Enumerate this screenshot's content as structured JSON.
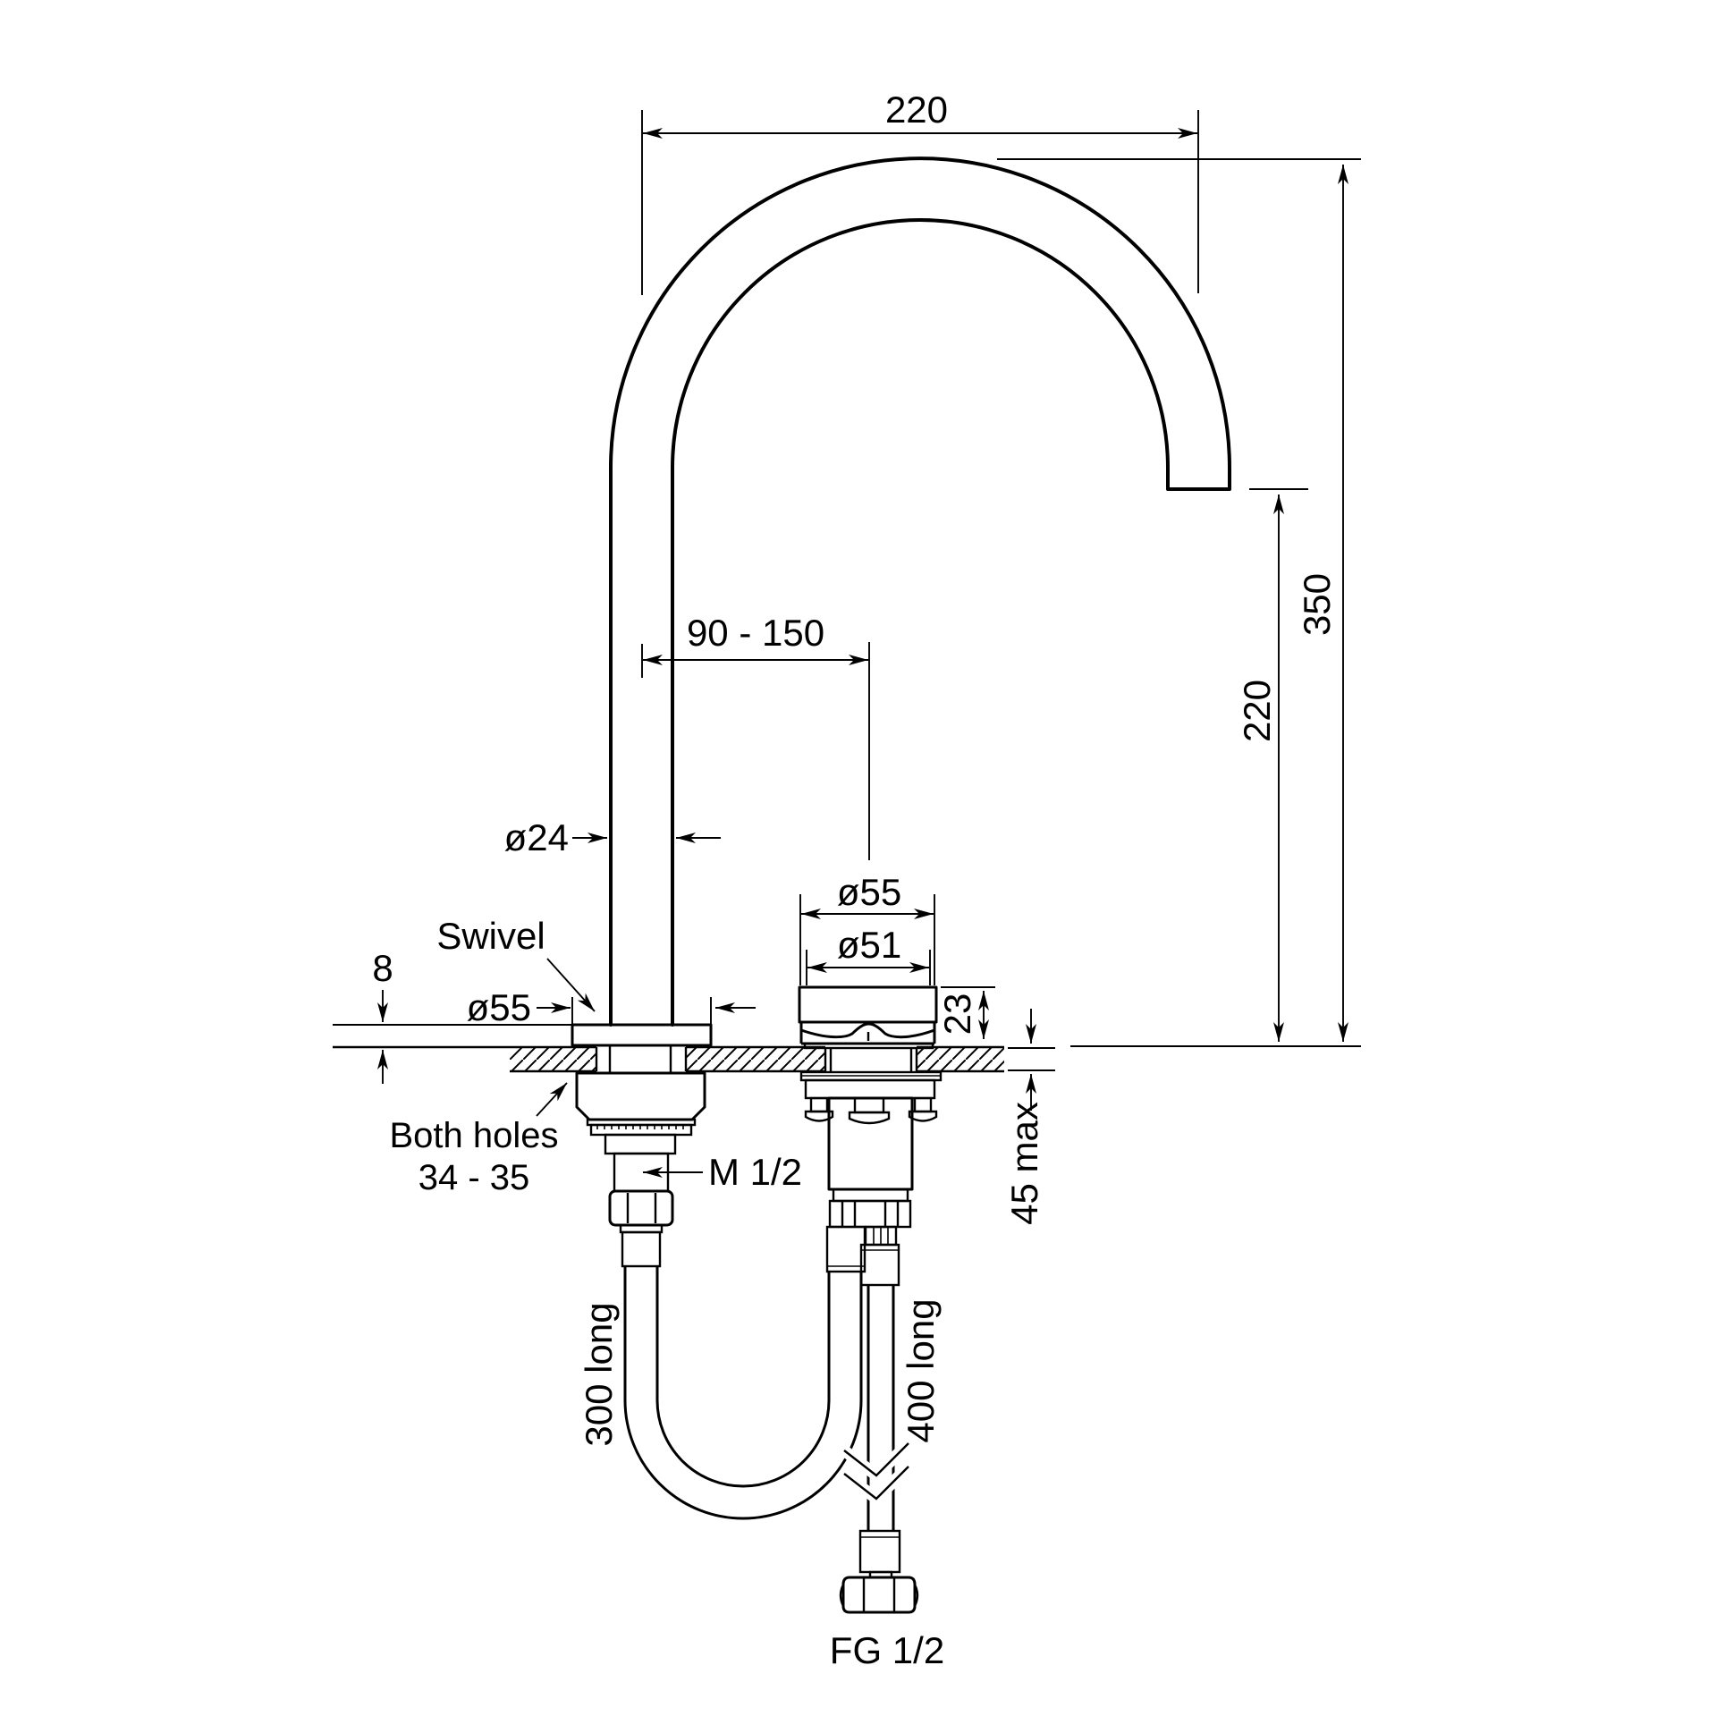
{
  "diagram": {
    "dimensions": {
      "spout_reach": "220",
      "overall_height": "350",
      "outlet_height": "220",
      "centres_range": "90 - 150",
      "spout_tube_dia": "ø24",
      "flange_thickness": "8",
      "flange_dia": "ø55",
      "handle_outer_dia": "ø55",
      "handle_inner_dia": "ø51",
      "handle_height": "23",
      "deck_thickness_max": "45 max",
      "spout_hose_length": "300 long",
      "supply_hose_length": "400 long"
    },
    "labels": {
      "swivel": "Swivel",
      "both_holes_line1": "Both holes",
      "both_holes_line2": "34 - 35",
      "male_thread": "M 1/2",
      "female_thread": "FG 1/2"
    },
    "colors": {
      "line": "#000000",
      "background": "#ffffff"
    }
  }
}
